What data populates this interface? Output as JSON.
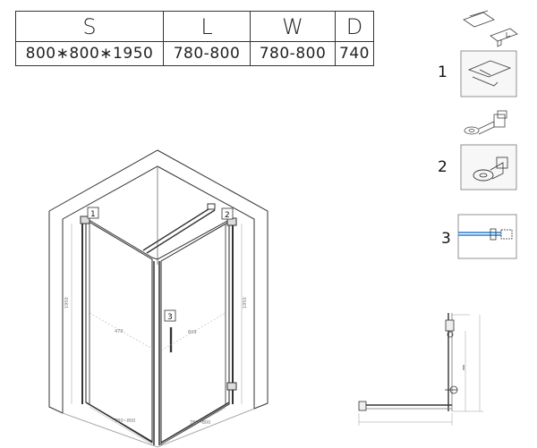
{
  "spec_table": {
    "headers": [
      "S",
      "L",
      "W",
      "D"
    ],
    "values": [
      "800∗800∗1950",
      "780-800",
      "780-800",
      "740"
    ]
  },
  "callouts": {
    "detail_1": "1",
    "detail_2": "2",
    "detail_3": "3"
  },
  "drawing_tags": {
    "tag_1": "1",
    "tag_2": "2",
    "tag_3": "3"
  },
  "dimensions": {
    "left_height": "1950",
    "right_height": "1950",
    "left_inner": "470",
    "right_inner": "609",
    "bottom_left": "780~800",
    "bottom_right": "780~800"
  }
}
